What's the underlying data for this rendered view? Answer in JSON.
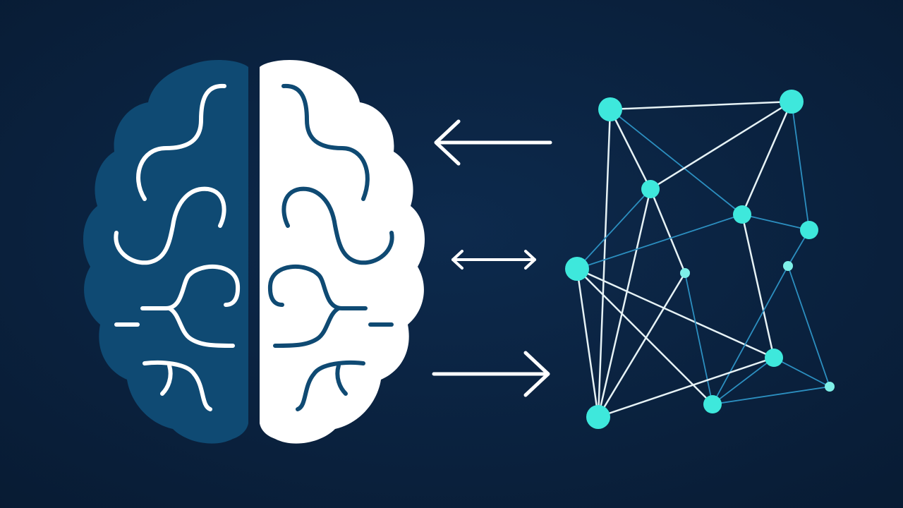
{
  "colors": {
    "background_center": "#0d2a4d",
    "background_edge": "#081b33",
    "brain_left": "#0f4a73",
    "brain_right": "#ffffff",
    "fold_on_dark": "#ffffff",
    "fold_on_light": "#0f4a73",
    "arrow": "#ffffff",
    "node": "#3ee8dc",
    "node_soft": "#7ef0e8",
    "edge_bright": "#e6f2f5",
    "edge_dim": "#2c8fc0"
  },
  "diagram": {
    "left_element": "brain-icon",
    "right_element": "neural-network-graph-icon",
    "arrows": [
      "arrow-left-icon",
      "arrow-bidirectional-icon",
      "arrow-right-icon"
    ],
    "network": {
      "nodes": [
        {
          "id": "n1",
          "size": "large"
        },
        {
          "id": "n2",
          "size": "large"
        },
        {
          "id": "n3",
          "size": "medium"
        },
        {
          "id": "n4",
          "size": "medium"
        },
        {
          "id": "n5",
          "size": "medium"
        },
        {
          "id": "n6",
          "size": "large"
        },
        {
          "id": "n7",
          "size": "small"
        },
        {
          "id": "n8",
          "size": "small"
        },
        {
          "id": "n9",
          "size": "medium"
        },
        {
          "id": "n10",
          "size": "small"
        },
        {
          "id": "n11",
          "size": "large"
        },
        {
          "id": "n12",
          "size": "medium"
        }
      ],
      "links": [
        [
          "n1",
          "n2",
          "bright"
        ],
        [
          "n1",
          "n3",
          "bright"
        ],
        [
          "n1",
          "n11",
          "bright"
        ],
        [
          "n1",
          "n4",
          "dim"
        ],
        [
          "n2",
          "n3",
          "bright"
        ],
        [
          "n2",
          "n4",
          "bright"
        ],
        [
          "n2",
          "n5",
          "dim"
        ],
        [
          "n3",
          "n6",
          "dim"
        ],
        [
          "n3",
          "n7",
          "bright"
        ],
        [
          "n3",
          "n11",
          "bright"
        ],
        [
          "n4",
          "n6",
          "dim"
        ],
        [
          "n4",
          "n5",
          "dim"
        ],
        [
          "n4",
          "n9",
          "bright"
        ],
        [
          "n6",
          "n11",
          "bright"
        ],
        [
          "n6",
          "n9",
          "bright"
        ],
        [
          "n6",
          "n12",
          "bright"
        ],
        [
          "n7",
          "n11",
          "bright"
        ],
        [
          "n7",
          "n12",
          "dim"
        ],
        [
          "n5",
          "n8",
          "dim"
        ],
        [
          "n8",
          "n10",
          "dim"
        ],
        [
          "n8",
          "n12",
          "dim"
        ],
        [
          "n9",
          "n12",
          "dim"
        ],
        [
          "n9",
          "n11",
          "bright"
        ],
        [
          "n12",
          "n10",
          "dim"
        ],
        [
          "n9",
          "n10",
          "dim"
        ]
      ]
    }
  }
}
